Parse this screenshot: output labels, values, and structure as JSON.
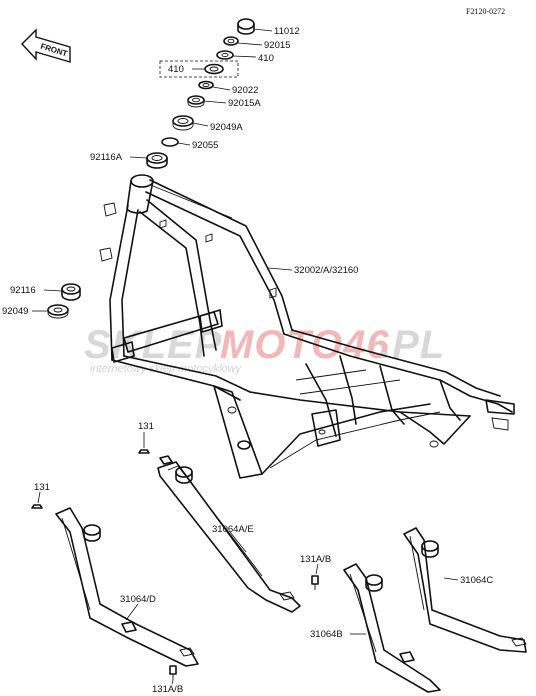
{
  "diagram_code": "F2120-0272",
  "direction_label": "FRONT",
  "watermark": {
    "brand_gray": "SKLEP",
    "brand_red": "MOTO46",
    "suffix": ".PL",
    "tagline": "internetowy sklep motocyklowy"
  },
  "labels": {
    "l11012": "11012",
    "l92015": "92015",
    "l410a": "410",
    "l410b": "410",
    "l92022": "92022",
    "l92015A": "92015A",
    "l92049A": "92049A",
    "l92055": "92055",
    "l92116A": "92116A",
    "l32002": "32002/A/32160",
    "l92116": "92116",
    "l92049": "92049",
    "l131a": "131",
    "l131b": "131",
    "l31064AE": "31064A/E",
    "l131AB1": "131A/B",
    "l31064C": "31064C",
    "l31064D": "31064/D",
    "l31064B": "31064B",
    "l131AB2": "131A/B"
  },
  "colors": {
    "watermark_gray": "#d8d8d8",
    "watermark_red": "#f2b8b8",
    "ink": "#111111"
  }
}
